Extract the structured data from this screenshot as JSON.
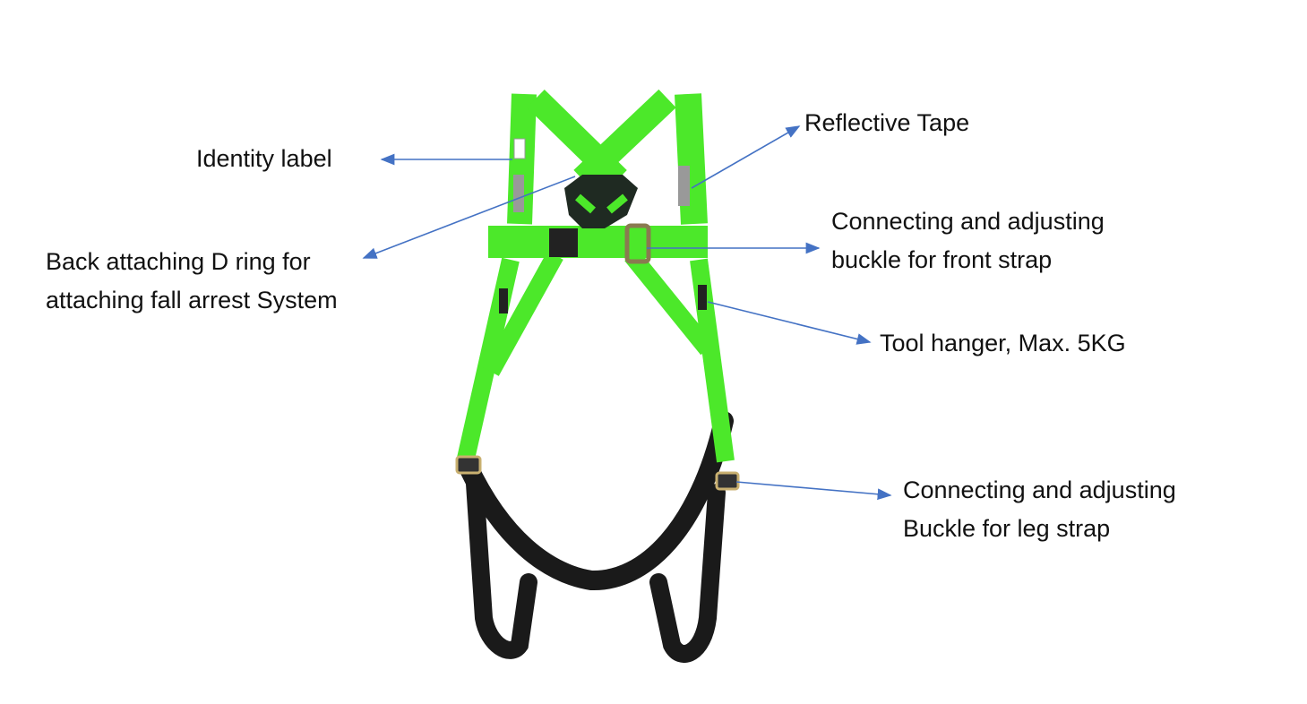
{
  "title": "Safety harness parts",
  "colors": {
    "strap_green": "#4CE82A",
    "webbing_black": "#1a1a1a",
    "arrow": "#4472C4"
  },
  "labels": {
    "identity_label": "Identity label",
    "reflective_tape": "Reflective Tape",
    "back_d_ring_line1": "Back attaching D ring for",
    "back_d_ring_line2": "attaching fall arrest System",
    "front_buckle_line1": "Connecting and adjusting",
    "front_buckle_line2": "buckle for front strap",
    "tool_hanger": "Tool hanger, Max. 5KG",
    "leg_buckle_line1": "Connecting and adjusting",
    "leg_buckle_line2": "Buckle for leg strap"
  }
}
